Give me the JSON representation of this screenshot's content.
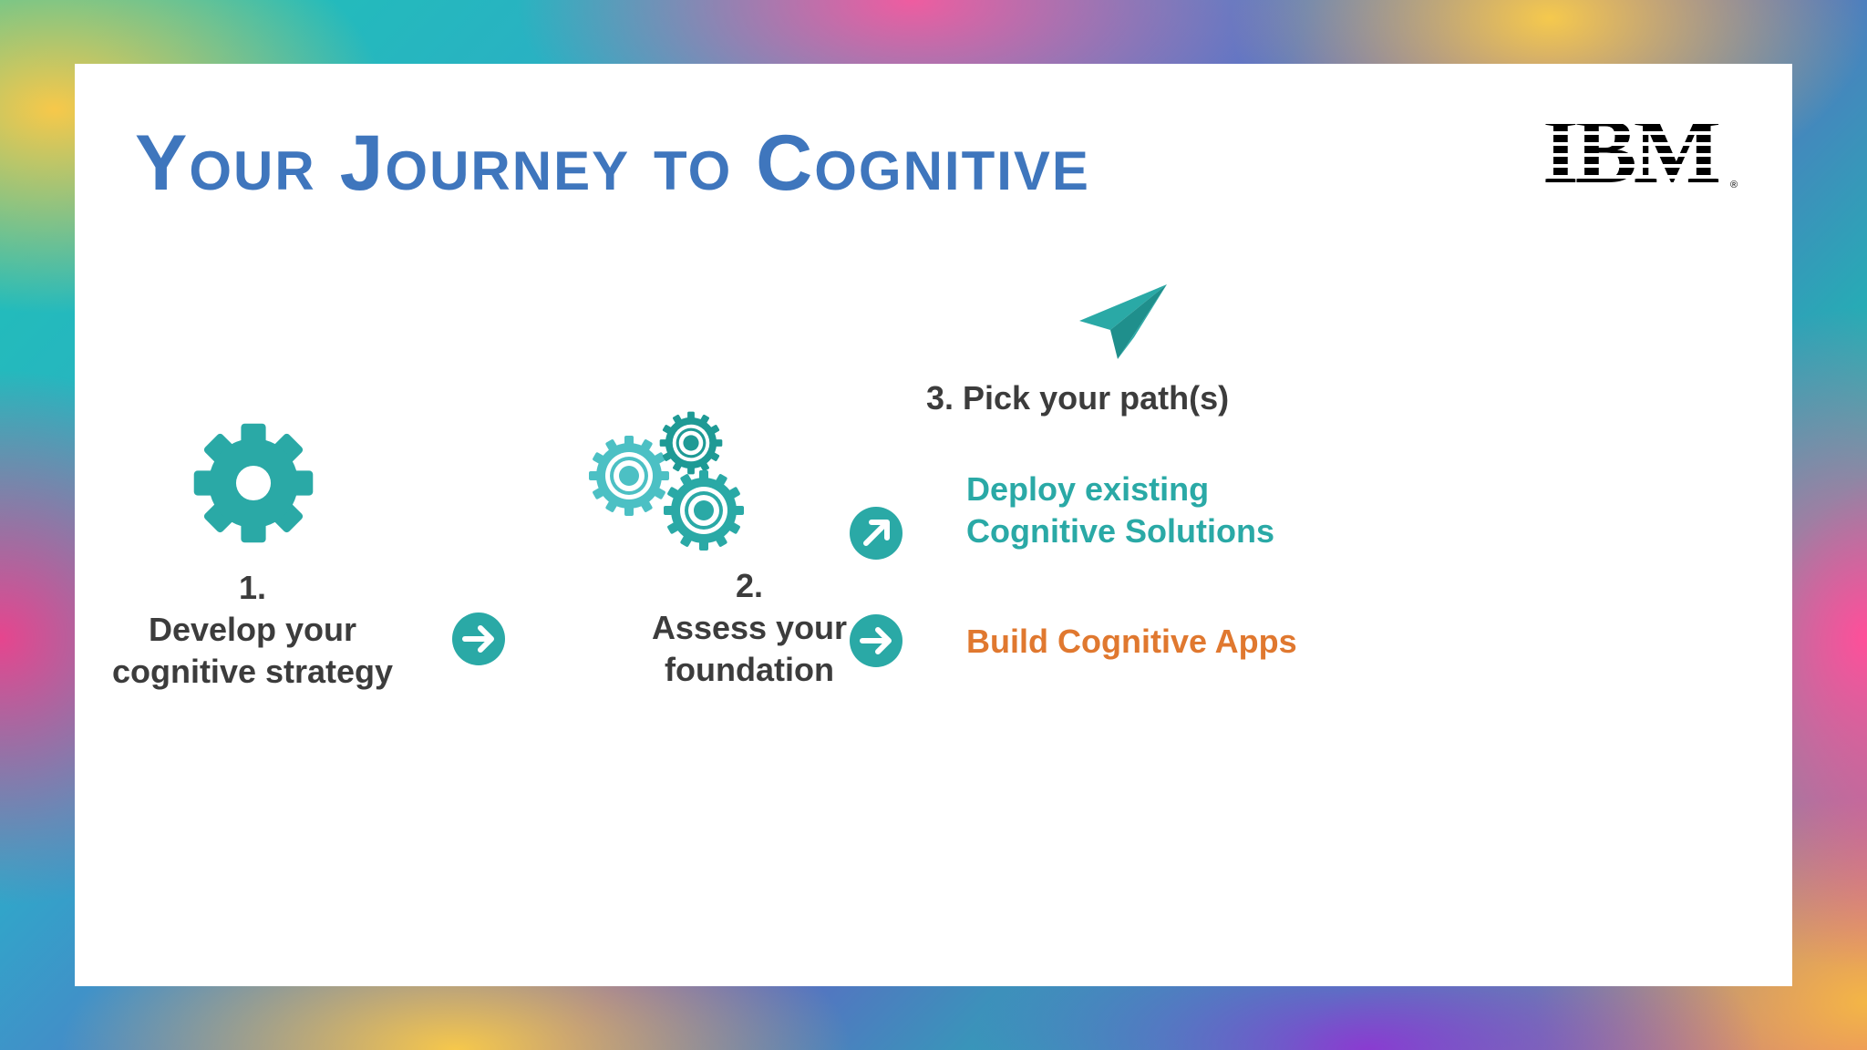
{
  "slide": {
    "title": "Your Journey to Cognitive",
    "logo_text": "IBM",
    "steps": [
      {
        "number": "1.",
        "line1": "Develop your",
        "line2": "cognitive strategy",
        "icon": "gear-icon"
      },
      {
        "number": "2.",
        "line1": "Assess your",
        "line2": "foundation",
        "icon": "gears-icon"
      }
    ],
    "step3": {
      "label": "3. Pick your path(s)",
      "icon": "paper-plane-icon",
      "paths": [
        {
          "line1": "Deploy existing",
          "line2": "Cognitive Solutions",
          "icon": "arrow-up-right-icon",
          "color": "#2aa9a6"
        },
        {
          "line1": "Build Cognitive Apps",
          "icon": "arrow-right-icon",
          "color": "#e0782f"
        }
      ]
    }
  },
  "colors": {
    "title": "#3f76bd",
    "teal": "#2aa9a6",
    "orange": "#e0782f",
    "text": "#3c3c3c"
  }
}
